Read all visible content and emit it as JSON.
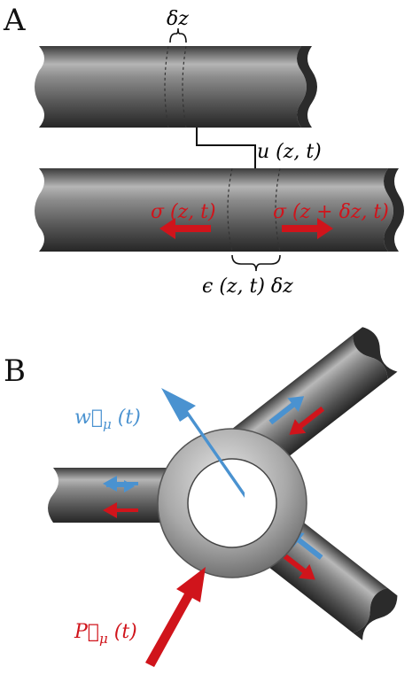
{
  "panel_a": {
    "letter": "A",
    "delta_z": "δz",
    "displacement": "u (z, t)",
    "stress_left": "σ (z, t)",
    "stress_right": "σ (z + δz, t)",
    "strain": "ϵ (z, t) δz"
  },
  "panel_b": {
    "letter": "B",
    "velocity": "w⃗",
    "velocity_sub": "μ",
    "velocity_arg": " (t)",
    "force": "P⃗",
    "force_sub": "μ",
    "force_arg": " (t)"
  },
  "colors": {
    "red": "#d0141b",
    "blue": "#4a92d0",
    "rod_dark": "#2e2e2e",
    "rod_light": "#b8b8b8"
  }
}
